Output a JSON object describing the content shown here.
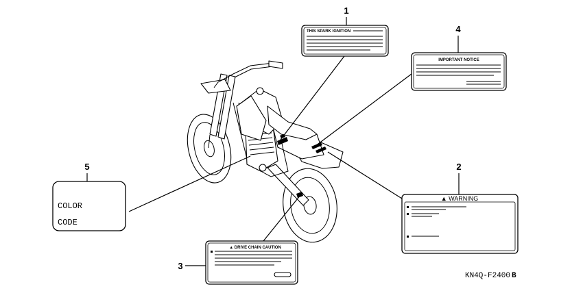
{
  "callouts": [
    {
      "id": "1",
      "number": "1",
      "text": "THIS SPARK IGNITION"
    },
    {
      "id": "2",
      "number": "2",
      "text": "▲ WARNING"
    },
    {
      "id": "3",
      "number": "3",
      "text": "▲ DRIVE CHAIN CAUTION"
    },
    {
      "id": "4",
      "number": "4",
      "text": "IMPORTANT NOTICE"
    },
    {
      "id": "5",
      "number": "5",
      "line1": "COLOR",
      "line2": "CODE"
    }
  ],
  "diagram_code": "KN4Q-F2400",
  "diagram_code_suffix": "B"
}
